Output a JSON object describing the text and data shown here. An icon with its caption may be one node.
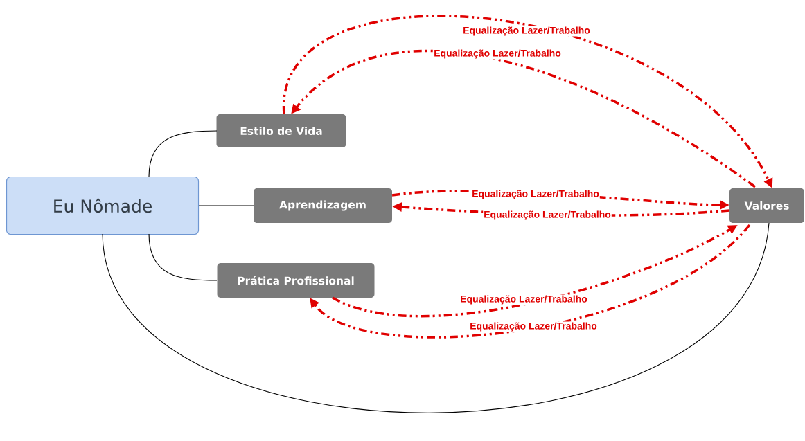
{
  "diagram": {
    "nodes": [
      {
        "text": [
          "Eu Nômade"
        ]
      },
      {
        "text": [
          "Estilo de Vida"
        ]
      },
      {
        "text": [
          "Aprendizagem"
        ]
      },
      {
        "text": [
          "Prática Profissional"
        ]
      },
      {
        "text": [
          "Valores"
        ]
      }
    ],
    "edges": [
      {
        "from": 0,
        "to": 1,
        "arrow": "none",
        "color": "#000000"
      },
      {
        "from": 0,
        "to": 2,
        "arrow": "none",
        "color": "#000000"
      },
      {
        "from": 0,
        "to": 3,
        "arrow": "none",
        "color": "#000000"
      },
      {
        "from": 0,
        "to": 4,
        "arrow": "none",
        "color": "#000000"
      },
      {
        "from": 1,
        "to": 4,
        "arrow": "to",
        "label": "Equalização Lazer/Trabalho",
        "style": "dashed",
        "color": "#e00000"
      },
      {
        "from": 4,
        "to": 1,
        "arrow": "to",
        "label": "Equalização Lazer/Trabalho",
        "style": "dashed",
        "color": "#e00000"
      },
      {
        "from": 2,
        "to": 4,
        "arrow": "to",
        "label": "Equalização Lazer/Trabalho",
        "style": "dashed",
        "color": "#e00000"
      },
      {
        "from": 4,
        "to": 2,
        "arrow": "to",
        "label": "Equalização Lazer/Trabalho",
        "style": "dashed",
        "color": "#e00000"
      },
      {
        "from": 3,
        "to": 4,
        "arrow": "to",
        "label": "Equalização Lazer/Trabalho",
        "style": "dashed",
        "color": "#e00000"
      },
      {
        "from": 4,
        "to": 3,
        "arrow": "to",
        "label": "Equalização Lazer/Trabalho",
        "style": "dashed",
        "color": "#e00000"
      }
    ]
  }
}
